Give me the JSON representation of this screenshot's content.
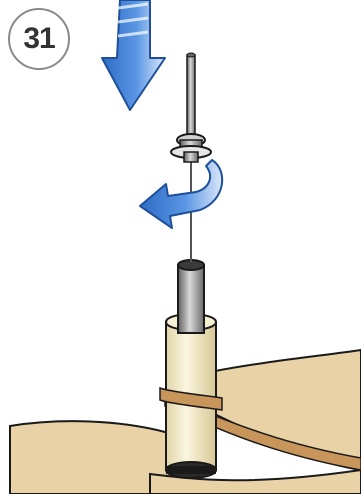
{
  "step": {
    "number": "31"
  },
  "illustration": {
    "instruction": "assembly-step",
    "icons": [
      "down-arrow-icon",
      "rotate-arrow-icon"
    ],
    "parts": [
      "threaded-rod",
      "nut-washer",
      "spacer-tube",
      "upper-shelf",
      "lower-shelf",
      "cream-sleeve"
    ],
    "colors": {
      "arrow_blue": "#3f7fd6",
      "arrow_light": "#cfe0f7",
      "shelf_fill": "#e8d2a6",
      "shelf_edge": "#c8955a",
      "sleeve": "#f4ecc8",
      "metal": "#9a9a9a",
      "outline": "#1a1a1a"
    }
  }
}
